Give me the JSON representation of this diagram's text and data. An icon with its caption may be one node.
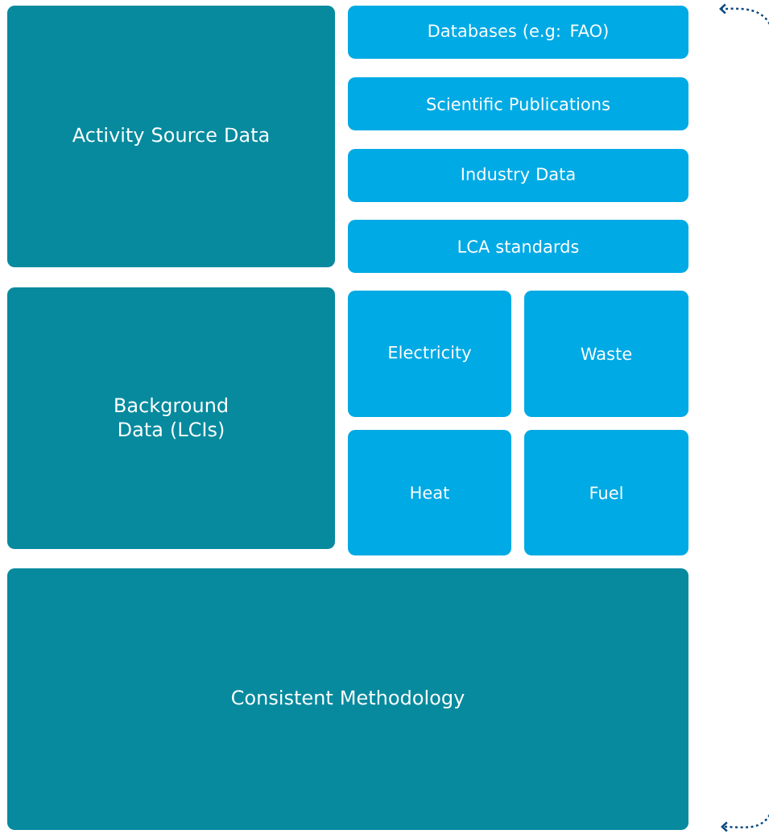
{
  "diagram": {
    "nodes": [
      {
        "text": [
          "Activity Source Data"
        ]
      },
      {
        "text": [
          "Databases (e.g: FAO)"
        ]
      },
      {
        "text": [
          "Scientific Publications"
        ]
      },
      {
        "text": [
          "Industry Data"
        ]
      },
      {
        "text": [
          "LCA standards"
        ]
      },
      {
        "text": [
          "Background Data (LCIs)"
        ]
      },
      {
        "text": [
          "Electricity"
        ]
      },
      {
        "text": [
          "Waste"
        ]
      },
      {
        "text": [
          "Heat"
        ]
      },
      {
        "text": [
          "Fuel"
        ]
      },
      {
        "text": [
          "Consistent Methodology"
        ]
      }
    ]
  }
}
